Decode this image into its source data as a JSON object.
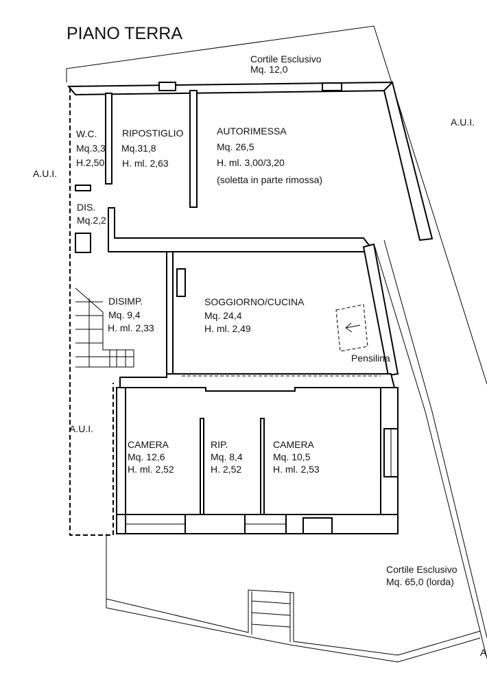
{
  "title": "PIANO TERRA",
  "areas": {
    "cortile_top": {
      "name": "Cortile Esclusivo",
      "area": "Mq. 12,0"
    },
    "cortile_bottom": {
      "name": "Cortile Esclusivo",
      "area": "Mq. 65,0 (lorda)"
    },
    "aui_right": "A.U.I.",
    "aui_left": "A.U.I.",
    "aui_lower_left": "A.U.I.",
    "aui_bottom_right": "A"
  },
  "rooms": {
    "wc": {
      "name": "W.C.",
      "area": "Mq.3,3",
      "height": "H.2,50"
    },
    "ripostiglio": {
      "name": "RIPOSTIGLIO",
      "area": "Mq.31,8",
      "height": "H. ml. 2,63"
    },
    "autorimessa": {
      "name": "AUTORIMESSA",
      "area": "Mq. 26,5",
      "height": "H. ml. 3,00/3,20",
      "note": "(soletta in parte rimossa)"
    },
    "dis": {
      "name": "DIS.",
      "area": "Mq.2,2"
    },
    "disimp": {
      "name": "DISIMP.",
      "area": "Mq. 9,4",
      "height": "H. ml. 2,33"
    },
    "soggiorno": {
      "name": "SOGGIORNO/CUCINA",
      "area": "Mq. 24,4",
      "height": "H. ml. 2,49"
    },
    "pensilina": {
      "name": "Pensilina"
    },
    "camera1": {
      "name": "CAMERA",
      "area": "Mq. 12,6",
      "height": "H. ml. 2,52"
    },
    "rip": {
      "name": "RIP.",
      "area": "Mq. 8,4",
      "height": "H. 2,52"
    },
    "camera2": {
      "name": "CAMERA",
      "area": "Mq. 10,5",
      "height": "H. ml. 2,53"
    }
  }
}
